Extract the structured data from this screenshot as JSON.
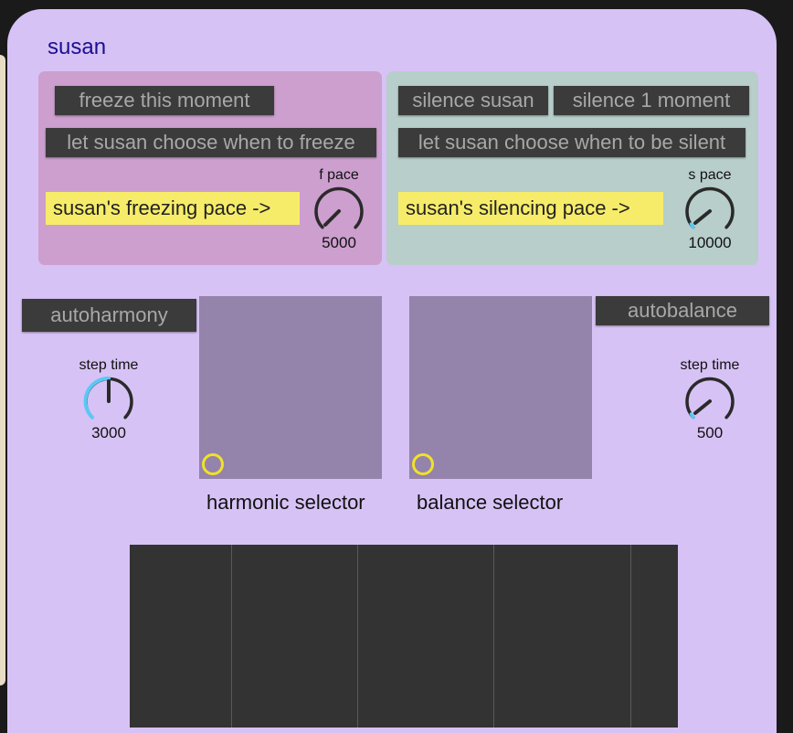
{
  "panel": {
    "title": "susan"
  },
  "freeze": {
    "freeze_button": "freeze this moment",
    "choose_button": "let susan choose when to freeze",
    "pace_label": "susan's freezing pace ->",
    "knob_label": "f pace",
    "knob_value": "5000"
  },
  "silence": {
    "silence_button": "silence susan",
    "silence_moment_button": "silence 1 moment",
    "choose_button": "let susan choose when to be silent",
    "pace_label": "susan's silencing pace ->",
    "knob_label": "s pace",
    "knob_value": "10000"
  },
  "harmony": {
    "button": "autoharmony",
    "knob_label": "step time",
    "knob_value": "3000",
    "pad_label": "harmonic selector"
  },
  "balance": {
    "button": "autobalance",
    "knob_label": "step time",
    "knob_value": "500",
    "pad_label": "balance selector"
  },
  "colors": {
    "panel": "#d7c2f5",
    "freeze_box": "#cc9fce",
    "silence_box": "#b7ceca",
    "button": "#3b3b3b",
    "label_bg": "#f6ec6a",
    "knob_accent": "#5ac8f5",
    "pad": "#9483aa",
    "ring": "#f1e12a"
  }
}
